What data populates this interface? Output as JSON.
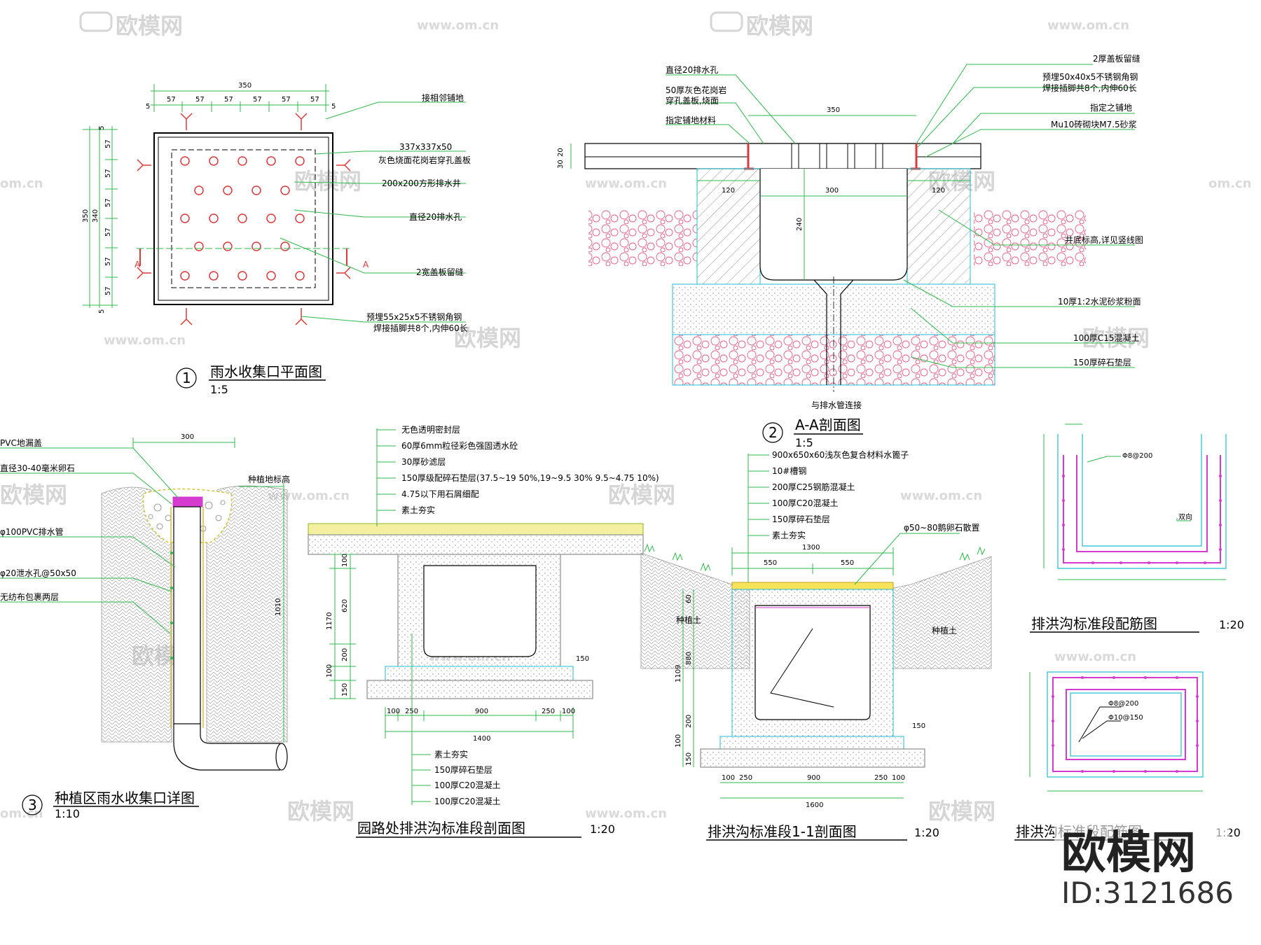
{
  "watermark": {
    "logo": "欧模网",
    "url": "www.om.cn",
    "url_short": "om.cn",
    "brand": "欧模网",
    "id": "ID:3121686"
  },
  "d1": {
    "num": "1",
    "title": "雨水收集口平面图",
    "scale": "1:5",
    "dims_top": [
      "350",
      "57",
      "57",
      "57",
      "57",
      "57",
      "57",
      "5",
      "5"
    ],
    "dims_left": [
      "57",
      "57",
      "57",
      "57",
      "57",
      "57",
      "350",
      "340",
      "5",
      "5"
    ],
    "section_mark": "A",
    "labels": [
      "接相邻铺地",
      "337x337x50",
      "灰色烧面花岗岩穿孔盖板",
      "200x200方形排水井",
      "直径20排水孔",
      "2宽盖板留缝",
      "预埋55x25x5不锈钢角钢",
      "焊接插脚共8个,内伸60长"
    ]
  },
  "d2": {
    "num": "2",
    "title": "A-A剖面图",
    "scale": "1:5",
    "left_labels": [
      "直径20排水孔",
      "50厚灰色花岗岩",
      "穿孔盖板,烧面",
      "指定铺地材料"
    ],
    "right_labels": [
      "2厚盖板留缝",
      "预埋50x40x5不锈钢角钢",
      "焊接插脚共8个,内伸60长",
      "指定之铺地",
      "Mu10砖砌块M7.5砂浆",
      "井底标高,详见竖线图",
      "10厚1:2水泥砂浆粉面",
      "100厚C15混凝土",
      "150厚碎石垫层"
    ],
    "bottom_label": "与排水管连接",
    "dims": [
      "350",
      "300",
      "120",
      "120",
      "240",
      "20",
      "30"
    ]
  },
  "d3": {
    "num": "3",
    "title": "种植区雨水收集口详图",
    "scale": "1:10",
    "labels": [
      "PVC地漏盖",
      "直径30-40毫米卵石",
      "φ100PVC排水管",
      "φ20泄水孔@50x50",
      "无纺布包裹两层",
      "种植地标高"
    ],
    "dims": [
      "300",
      "1010"
    ]
  },
  "d4": {
    "title": "园路处排洪沟标准段剖面图",
    "scale": "1:20",
    "top_labels": [
      "无色透明密封层",
      "60厚6mm粒径彩色强固透水砼",
      "30厚砂滤层",
      "150厚级配碎石垫层(37.5~19 50%,19~9.5 30% 9.5~4.75 10%)",
      "4.75以下用石屑细配",
      "素土夯实"
    ],
    "bottom_labels": [
      "素土夯实",
      "150厚碎石垫层",
      "100厚C20混凝土",
      "100厚C20混凝土"
    ],
    "dims_left": [
      "100",
      "620",
      "1170",
      "200",
      "100",
      "150"
    ],
    "dims_bottom": [
      "100",
      "250",
      "900",
      "250",
      "100",
      "1400",
      "150"
    ]
  },
  "d5": {
    "title": "排洪沟标准段1-1剖面图",
    "scale": "1:20",
    "labels": [
      "900x650x60浅灰色复合材料水篦子",
      "10#槽钢",
      "200厚C25钢筋混凝土",
      "100厚C20混凝土",
      "150厚碎石垫层",
      "素土夯实",
      "φ50~80鹅卵石散置",
      "种植土",
      "种植土"
    ],
    "dims_top": [
      "1300",
      "550",
      "550"
    ],
    "dims_left": [
      "60",
      "880",
      "1109",
      "200",
      "100",
      "150"
    ],
    "dims_bottom": [
      "100",
      "250",
      "900",
      "250",
      "100",
      "1600",
      "150"
    ]
  },
  "d6": {
    "title": "排洪沟标准段配筋图",
    "scale": "1:20",
    "tags": [
      "Φ8@200",
      "双向"
    ]
  },
  "d7": {
    "title": "排洪沟标准段配筋图",
    "scale": "1:20",
    "tags": [
      "Φ8@200",
      "Φ10@150"
    ]
  }
}
